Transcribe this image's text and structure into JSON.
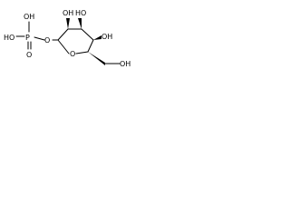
{
  "molecule": {
    "labels": {
      "phosphate_oh": "OH",
      "phosphate_p": "P",
      "phosphate_ho": "HO",
      "phosphate_o_double": "O",
      "anomeric_o": "O",
      "c2_oh": "OH",
      "c3_oh": "HO",
      "c4_oh": "OH",
      "ring_o": "O",
      "c6_oh": "OH"
    }
  }
}
